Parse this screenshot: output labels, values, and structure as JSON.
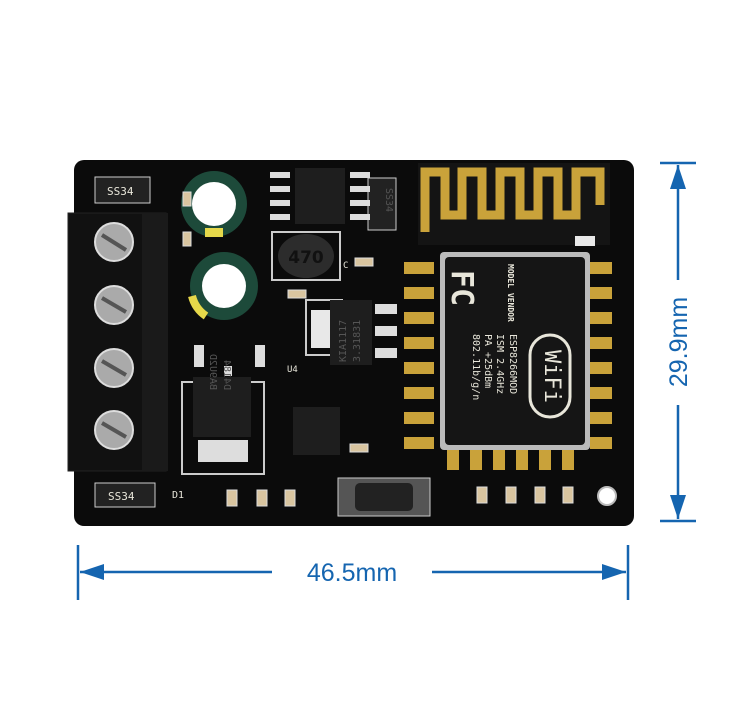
{
  "dimensions": {
    "width_label": "46.5mm",
    "height_label": "29.9mm",
    "line_color": "#1565b0"
  },
  "pcb": {
    "board_color": "#0b0b0b",
    "module": {
      "model": "ESP8266MOD",
      "vendor_label": "MODEL VENDOR",
      "fcc": "FC",
      "ism": "ISM 2.4GHz",
      "pa": "PA +25dBm",
      "standard": "802.11b/g/n",
      "wifi_logo": "WiFi"
    },
    "components": {
      "diode_top": "SS34",
      "diode_bottom": "SS34",
      "diode_right": "SS34",
      "inductor": "470",
      "regulator": "KIA1117",
      "regulator_sub": "3.31831",
      "mosfet": "BA9U2D",
      "mosfet_sub": "D4184",
      "label_u4": "U4",
      "label_d1": "D1",
      "label_c": "C"
    }
  }
}
